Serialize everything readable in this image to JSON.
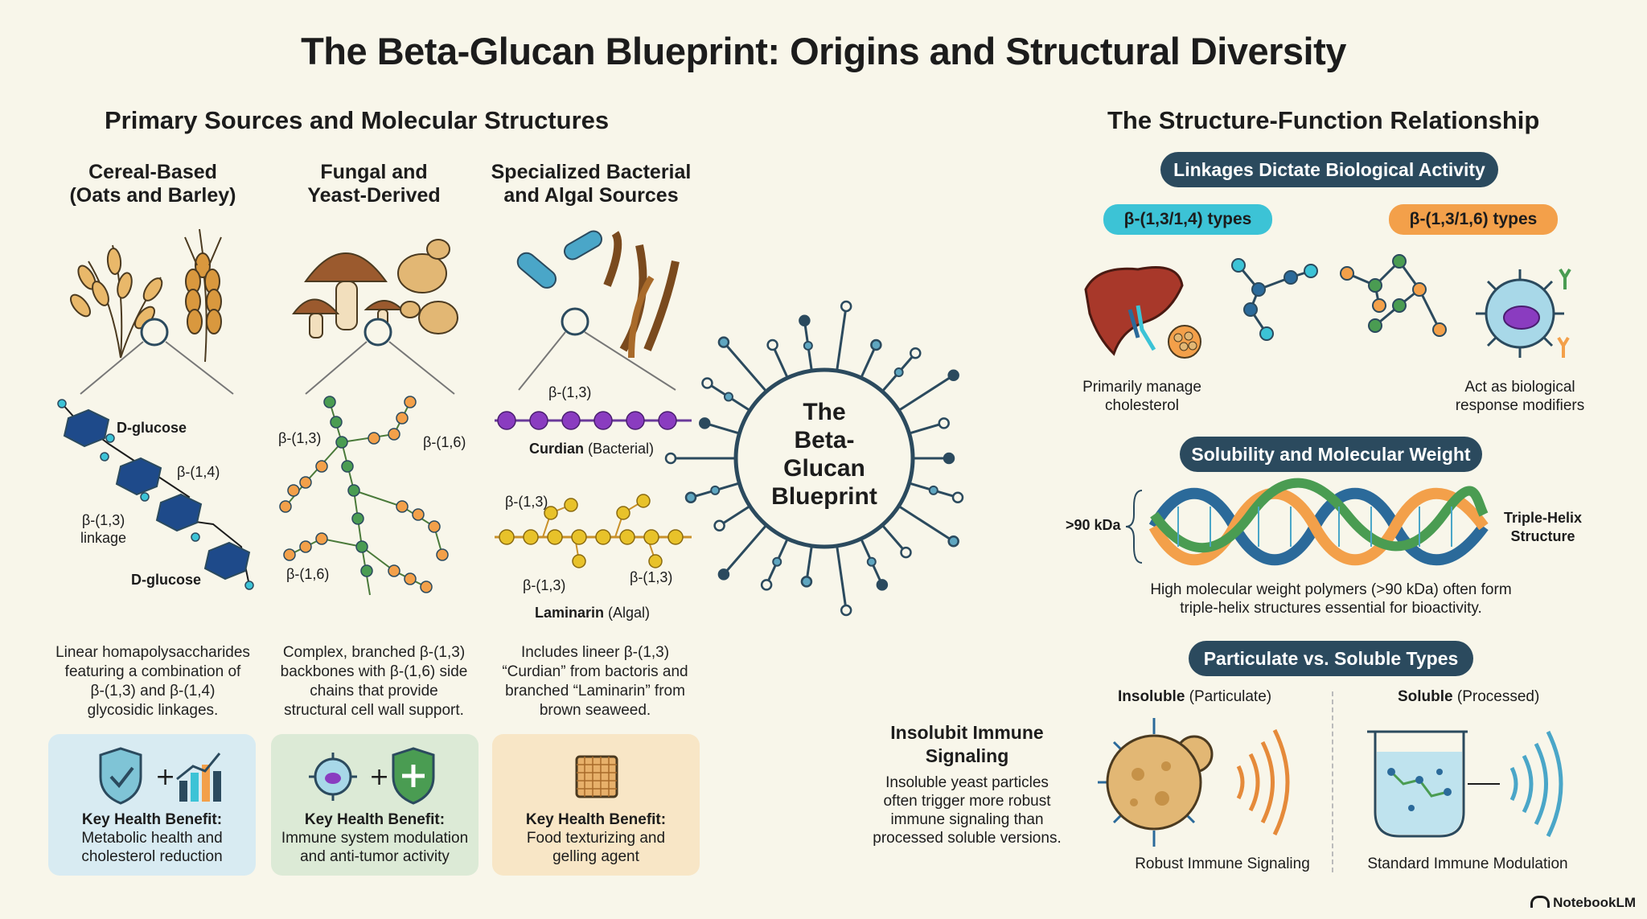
{
  "title": "The Beta-Glucan Blueprint: Origins and Structural Diversity",
  "left": {
    "section_title": "Primary Sources and Molecular Structures",
    "columns": [
      {
        "heading_1": "Cereal-Based",
        "heading_2": "(Oats and Barley)",
        "labels": {
          "top": "D-glucose",
          "bottom": "D-glucose",
          "b14": "β-(1,4)",
          "b13_1": "β-(1,3)",
          "b13_2": "linkage"
        },
        "desc": [
          "Linear homapolysaccharides",
          "featuring a combination of",
          "β-(1,3) and β-(1,4)",
          "glycosidic linkages."
        ],
        "benefit_title": "Key Health Benefit:",
        "benefit_1": "Metabolic health and",
        "benefit_2": "cholesterol reduction",
        "color": "#d8ebf2"
      },
      {
        "heading_1": "Fungal and",
        "heading_2": "Yeast-Derived",
        "labels": {
          "b13": "β-(1,3)",
          "b16": "β-(1,6)",
          "b16b": "β-(1,6)"
        },
        "desc": [
          "Complex, branched β-(1,3)",
          "backbones with β-(1,6) side",
          "chains that provide",
          "structural cell wall support."
        ],
        "benefit_title": "Key Health Benefit:",
        "benefit_1": "Immune system modulation",
        "benefit_2": "and anti-tumor activity",
        "color": "#dcead6"
      },
      {
        "heading_1": "Specialized Bacterial",
        "heading_2": "and Algal Sources",
        "labels": {
          "b13_top": "β-(1,3)",
          "curdian_name": "Curdian",
          "curdian_src": " (Bacterial)",
          "b13_a": "β-(1,3)",
          "b13_b": "β-(1,3)",
          "b13_c": "β-(1,3)",
          "laminarin_name": "Laminarin",
          "laminarin_src": " (Algal)"
        },
        "desc": [
          "Includes lineer β-(1,3)",
          "“Curdian” from bactoris and",
          "branched “Laminarin” from",
          "brown seaweed."
        ],
        "benefit_title": "Key Health Benefit:",
        "benefit_1": "Food texturizing and",
        "benefit_2": "gelling agent",
        "color": "#f8e6c6"
      }
    ]
  },
  "hub": {
    "line1": "The",
    "line2": "Beta-",
    "line3": "Glucan",
    "line4": "Blueprint"
  },
  "right": {
    "section_title": "The Structure-Function Relationship",
    "linkages": {
      "pill": "Linkages Dictate Biological Activity",
      "tag_left": "β-(1,3/1,4) types",
      "tag_right": "β-(1,3/1,6) types",
      "caption_left_1": "Primarily manage",
      "caption_left_2": "cholesterol",
      "caption_right_1": "Act as biological",
      "caption_right_2": "response modifiers"
    },
    "solubility": {
      "pill": "Solubility and Molecular Weight",
      "weight": ">90 kDa",
      "struct_1": "Triple-Helix",
      "struct_2": "Structure",
      "caption_1": "High molecular weight polymers (>90 kDa) often form",
      "caption_2": "triple-helix structures essential for bioactivity."
    },
    "types": {
      "pill": "Particulate vs. Soluble Types",
      "insoluble_bold": "Insoluble",
      "insoluble_rest": " (Particulate)",
      "soluble_bold": "Soluble",
      "soluble_rest": " (Processed)",
      "side_title_1": "Insolubit Immune",
      "side_title_2": "Signaling",
      "side_desc": [
        "Insoluble yeast particles",
        "often trigger more robust",
        "immune signaling than",
        "processed soluble versions."
      ],
      "robust": "Robust Immune Signaling",
      "standard": "Standard Immune Modulation"
    }
  },
  "footer": {
    "brand": "NotebookLM"
  },
  "colors": {
    "navy": "#2b4a5e",
    "cyan": "#3cc3d6",
    "orange": "#f3a04a",
    "purple": "#8a3cc0",
    "green": "#4a9c52"
  }
}
